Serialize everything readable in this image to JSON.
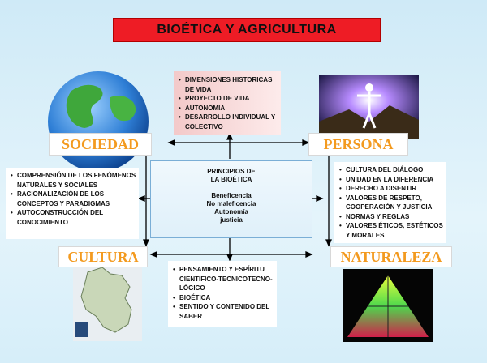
{
  "title": "BIOÉTICA  Y AGRICULTURA",
  "labels": {
    "sociedad": "SOCIEDAD",
    "persona": "PERSONA",
    "cultura": "CULTURA",
    "naturaleza": "NATURALEZA"
  },
  "center": {
    "heading": [
      "PRINCIPIOS DE",
      "LA BIOÉTICA"
    ],
    "items": [
      "Beneficencia",
      "No maleficencia",
      "Autonomía",
      "justicia"
    ]
  },
  "top_box": [
    "DIMENSIONES HISTORICAS DE VIDA",
    "PROYECTO DE VIDA",
    "AUTONOMIA",
    "DESARROLLO INDIVIDUAL Y COLECTIVO"
  ],
  "left_box": [
    "COMPRENSIÓN DE LOS FENÓMENOS NATURALES Y SOCIALES",
    "RACIONALIZACIÓN DE LOS CONCEPTOS Y PARADIGMAS",
    "AUTOCONSTRUCCIÓN DEL CONOCIMIENTO"
  ],
  "right_box": [
    "CULTURA DEL DIÁLOGO",
    "UNIDAD EN LA DIFERENCIA",
    "DERECHO A DISENTIR",
    "VALORES DE RESPETO, COOPERACIÓN Y JUSTICIA",
    "NORMAS Y REGLAS",
    "VALORES ÉTICOS, ESTÉTICOS Y MORALES"
  ],
  "bottom_box": [
    "PENSAMIENTO Y ESPÍRITU CIENTIFICO-TECNICOTECNO-LÓGICO",
    "BIOÉTICA",
    "SENTIDO Y CONTENIDO DEL SABER"
  ]
}
